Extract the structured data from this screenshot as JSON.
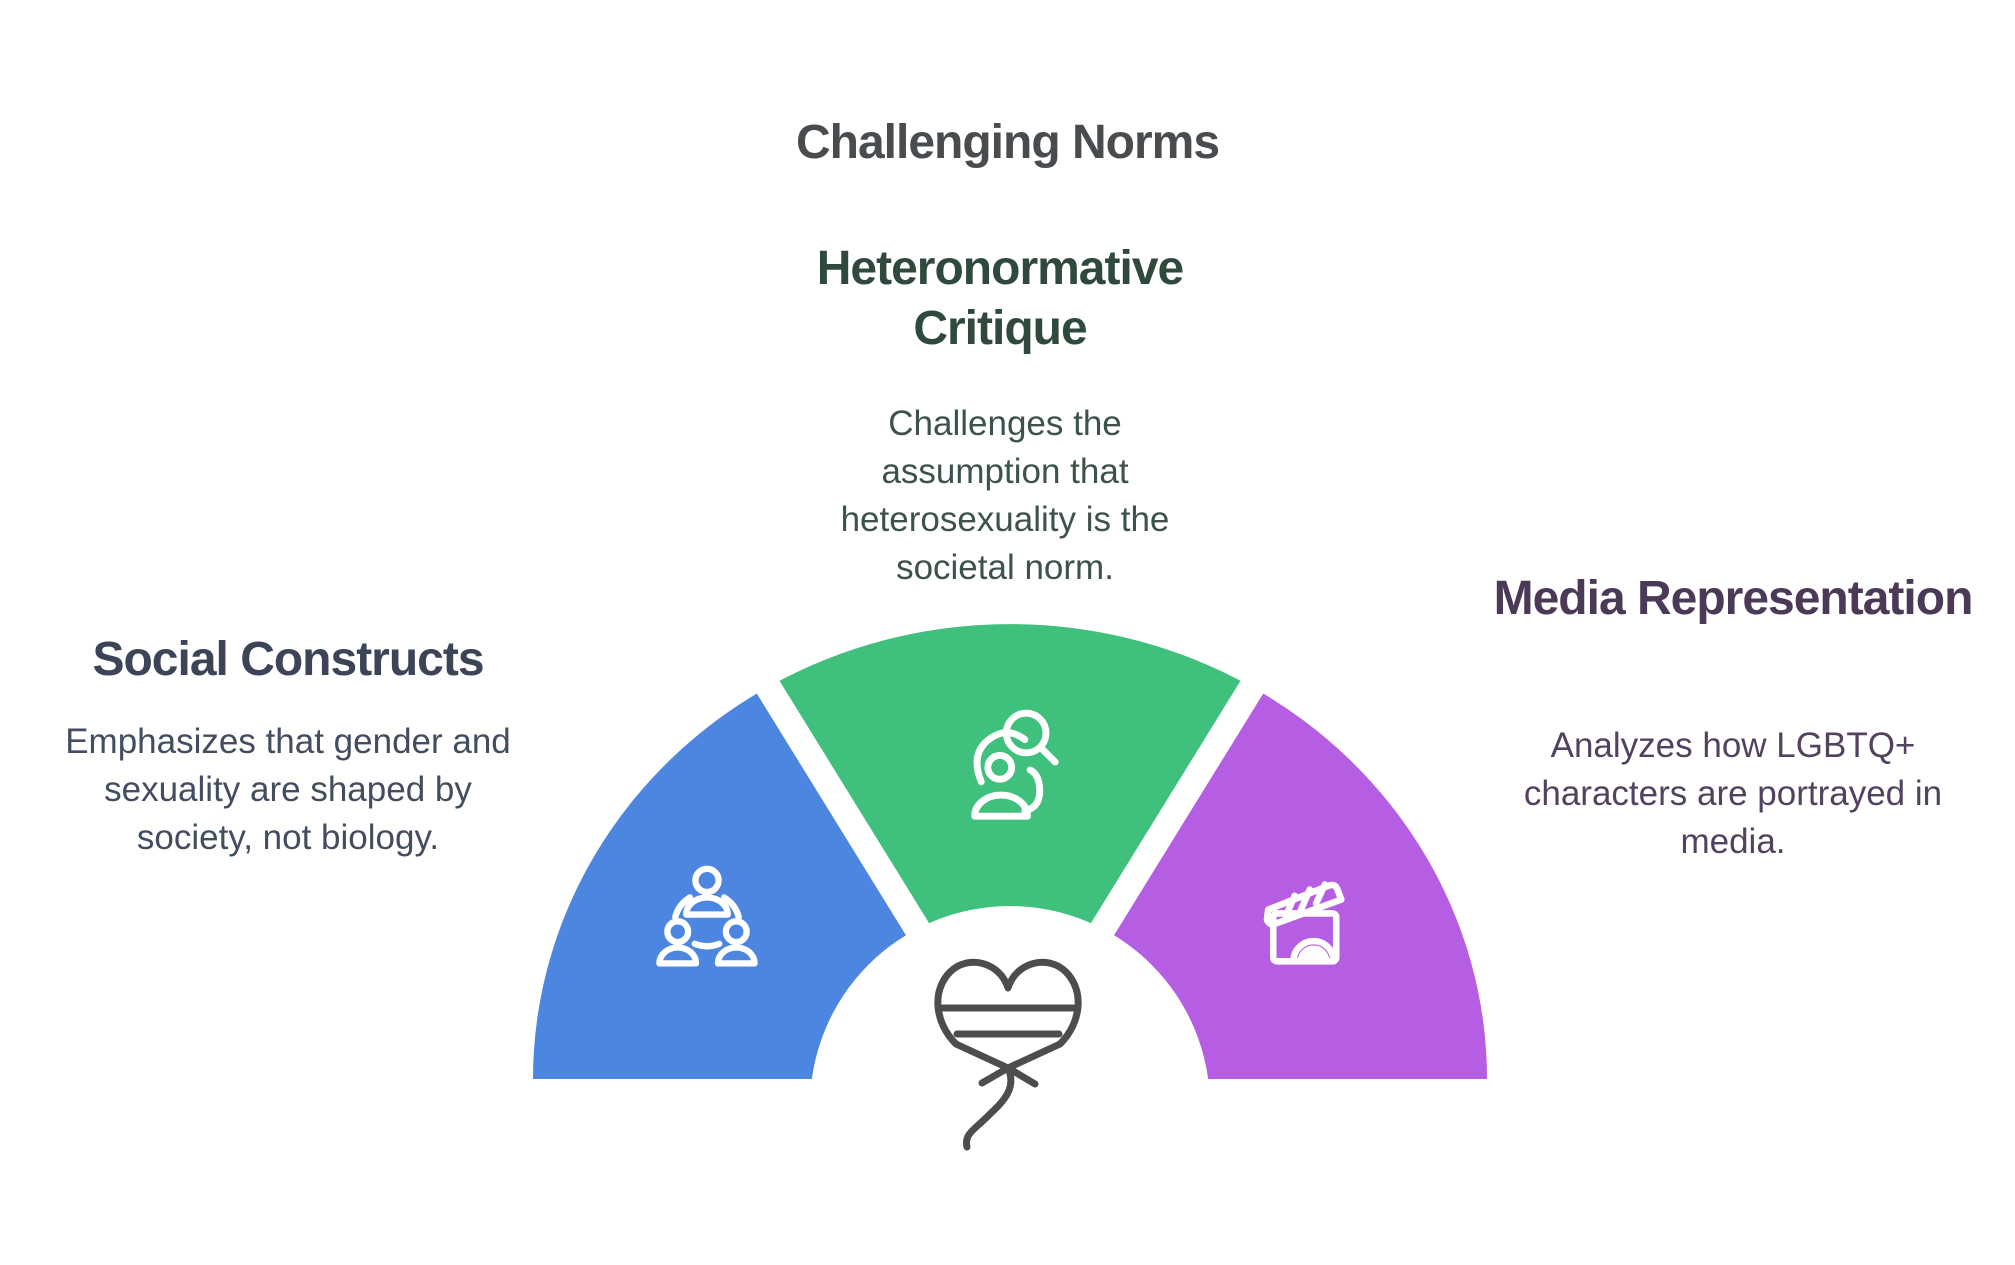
{
  "title": {
    "text": "Challenging Norms",
    "color": "#494C4E"
  },
  "diagram": {
    "type": "semicircle-fan",
    "center_icon": "heart-balloon-icon",
    "heart_color": "#4D4D4D",
    "segments": [
      {
        "id": "social-constructs",
        "label": "Social Constructs",
        "body": "Emphasizes that gender and sexuality are shaped by society, not biology.",
        "heading_color": "#3B4557",
        "body_color": "#424D60",
        "segment_color": "#4C86E1",
        "icon": "community-icon"
      },
      {
        "id": "heteronormative-critique",
        "label": "Heteronormative Critique",
        "body": "Challenges the assumption that heterosexuality is the societal norm.",
        "heading_color": "#2F4A3C",
        "body_color": "#3E5348",
        "segment_color": "#3FC07D",
        "icon": "person-magnifier-icon"
      },
      {
        "id": "media-representation",
        "label": "Media Representation",
        "body": "Analyzes how LGBTQ+ characters are portrayed in media.",
        "heading_color": "#4A3957",
        "body_color": "#53425F",
        "segment_color": "#B55DE3",
        "icon": "clapperboard-rainbow-icon"
      }
    ]
  }
}
